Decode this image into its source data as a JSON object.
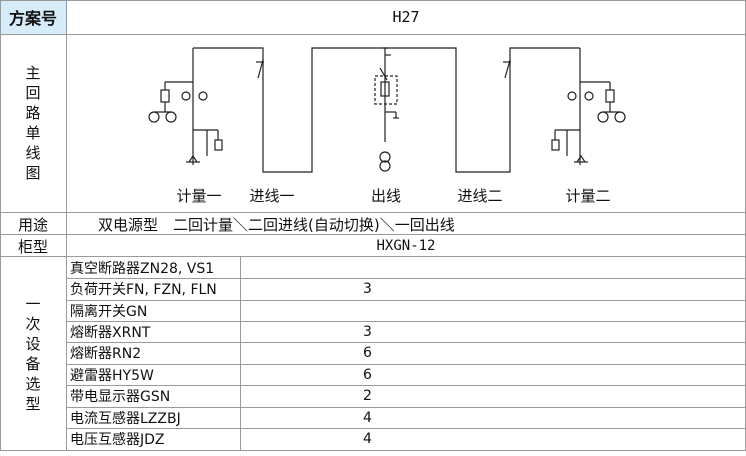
{
  "header": {
    "label": "方案号",
    "value": "H27"
  },
  "diagram": {
    "section_label": [
      "主",
      "回",
      "路",
      "单",
      "线",
      "图"
    ],
    "labels": [
      "计量一",
      "进线一",
      "出线",
      "进线二",
      "计量二"
    ]
  },
  "usage": {
    "label": "用途",
    "value": "双电源型　二回计量＼二回进线(自动切换)＼一回出线"
  },
  "cabinet": {
    "label": "柜型",
    "value": "HXGN-12"
  },
  "equipment": {
    "section_label": [
      "一",
      "次",
      "设",
      "备",
      "选",
      "型"
    ],
    "rows": [
      {
        "name": "真空断路器ZN28, VS1",
        "qty": ""
      },
      {
        "name": "负荷开关FN, FZN, FLN",
        "qty": "3"
      },
      {
        "name": "隔离开关GN",
        "qty": ""
      },
      {
        "name": "熔断器XRNT",
        "qty": "3"
      },
      {
        "name": "熔断器RN2",
        "qty": "6"
      },
      {
        "name": "避雷器HY5W",
        "qty": "6"
      },
      {
        "name": "带电显示器GSN",
        "qty": "2"
      },
      {
        "name": "电流互感器LZZBJ",
        "qty": "4"
      },
      {
        "name": "电压互感器JDZ",
        "qty": "4"
      }
    ]
  },
  "colors": {
    "header_bg": "#d6ecf8",
    "grid": "#9a9a9a",
    "line": "#222222"
  }
}
